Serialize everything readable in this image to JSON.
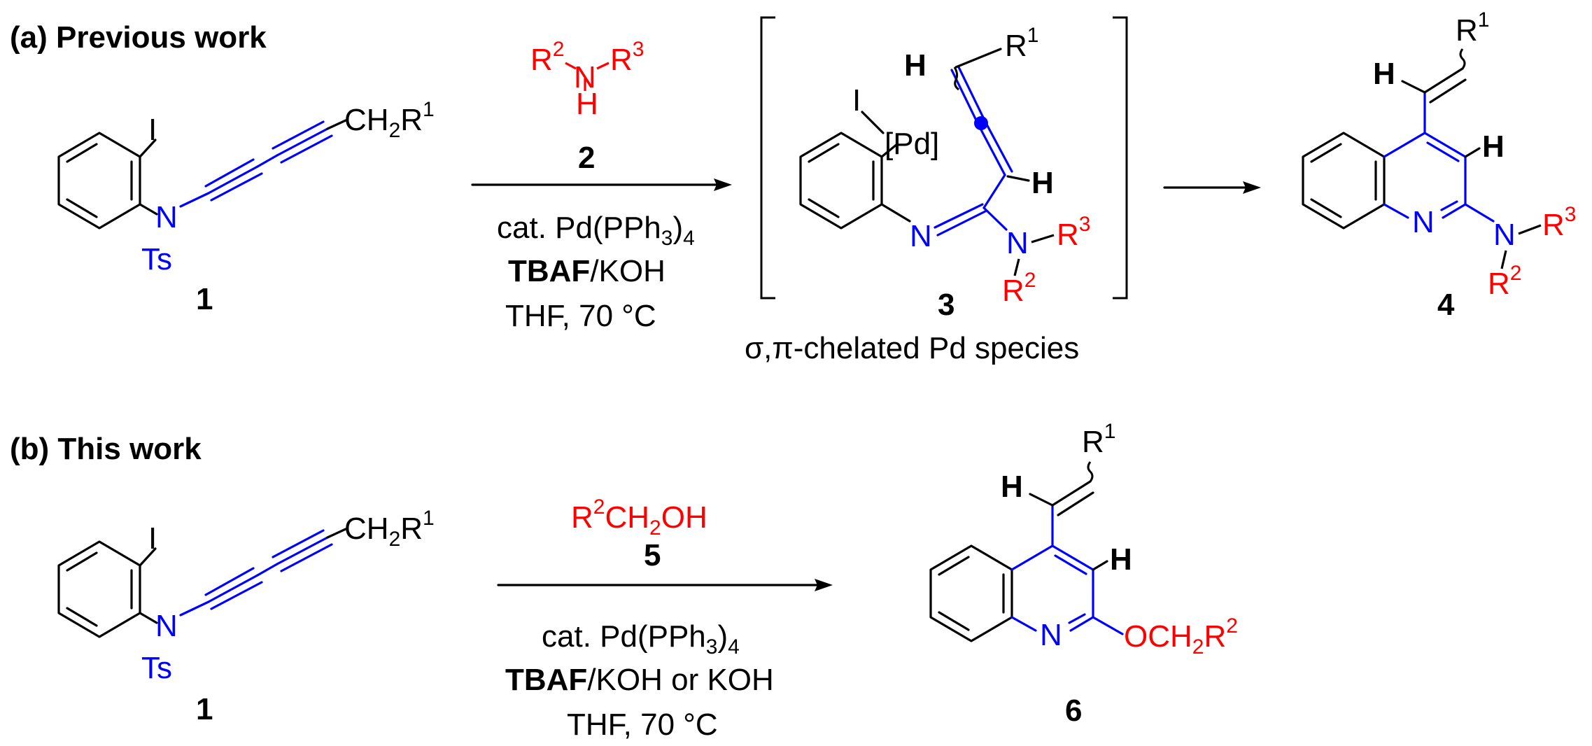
{
  "section_a": {
    "heading": "(a) Previous work",
    "compound_1_label": "1",
    "iodo": "I",
    "n_label": "N",
    "ts_label": "Ts",
    "ch2r1": {
      "main": "CH",
      "sub": "2",
      "r": "R",
      "sup": "1"
    },
    "amine": {
      "r2": "R",
      "r2_sup": "2",
      "n": "N",
      "r3": "R",
      "r3_sup": "3",
      "h": "H"
    },
    "compound_2_label": "2",
    "conditions": {
      "line1": "cat. Pd(PPh",
      "line1_sub": "3",
      "line1_end": ")",
      "line1_sub2": "4",
      "line2_bold": "TBAF",
      "line2_rest": "/KOH",
      "line3": "THF,  70 °C"
    },
    "intermediate": {
      "pd_i": "I",
      "pd": "[Pd]",
      "h_top": "H",
      "r1": "R",
      "r1_sup": "1",
      "h_right": "H",
      "n_imine": "N",
      "n_amine": "N",
      "r3": "R",
      "r3_sup": "3",
      "r2": "R",
      "r2_sup": "2",
      "label": "3",
      "caption": "σ,π-chelated Pd species"
    },
    "product_4": {
      "r1": "R",
      "r1_sup": "1",
      "h_vinyl": "H",
      "h_ring": "H",
      "n_ring": "N",
      "n_amine": "N",
      "r3": "R",
      "r3_sup": "3",
      "r2": "R",
      "r2_sup": "2",
      "label": "4"
    }
  },
  "section_b": {
    "heading": "(b) This work",
    "compound_1_label": "1",
    "iodo": "I",
    "n_label": "N",
    "ts_label": "Ts",
    "ch2r1": {
      "main": "CH",
      "sub": "2",
      "r": "R",
      "sup": "1"
    },
    "alcohol": {
      "r": "R",
      "sup": "2",
      "ch": "CH",
      "sub": "2",
      "oh": "OH"
    },
    "compound_5_label": "5",
    "conditions": {
      "line1": "cat. Pd(PPh",
      "line1_sub": "3",
      "line1_end": ")",
      "line1_sub2": "4",
      "line2_bold": "TBAF",
      "line2_rest": "/KOH or KOH",
      "line3": "THF,  70 °C"
    },
    "product_6": {
      "r1": "R",
      "r1_sup": "1",
      "h_vinyl": "H",
      "h_ring": "H",
      "n_ring": "N",
      "och2": "OCH",
      "sub": "2",
      "r2": "R",
      "r2_sup": "2",
      "label": "6"
    }
  },
  "colors": {
    "substrate_highlight": "#0000ff",
    "reagent": "#ff0000",
    "default": "#000000"
  }
}
